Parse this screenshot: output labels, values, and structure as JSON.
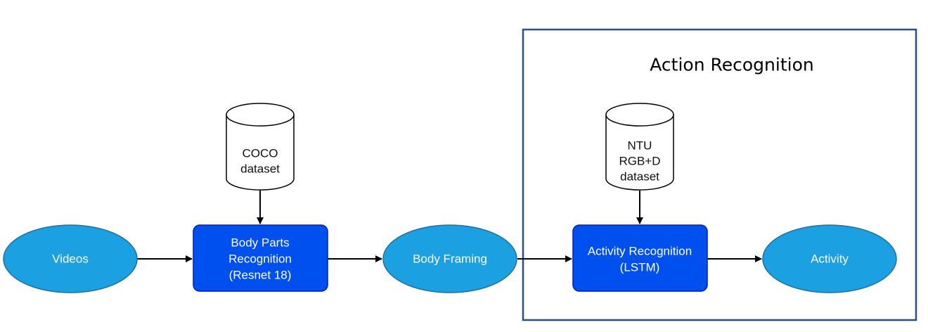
{
  "diagram": {
    "group": {
      "title": "Action Recognition"
    },
    "nodes": {
      "videos": {
        "label": "Videos"
      },
      "body_parts": {
        "lines": [
          "Body Parts",
          "Recognition",
          "(Resnet 18)"
        ]
      },
      "coco": {
        "lines": [
          "COCO",
          "dataset"
        ]
      },
      "body_framing": {
        "label": "Body Framing"
      },
      "activity_recognition": {
        "lines": [
          "Activity Recognition",
          "(LSTM)"
        ]
      },
      "ntu": {
        "lines": [
          "NTU",
          "RGB+D",
          "dataset"
        ]
      },
      "activity": {
        "label": "Activity"
      }
    },
    "colors": {
      "ellipse_fill": "#1ba1e2",
      "ellipse_stroke": "#1f6fa6",
      "box_fill": "#0050ef",
      "box_stroke": "#001dbc",
      "group_border": "#2f4f80",
      "arrow": "#000000"
    }
  }
}
